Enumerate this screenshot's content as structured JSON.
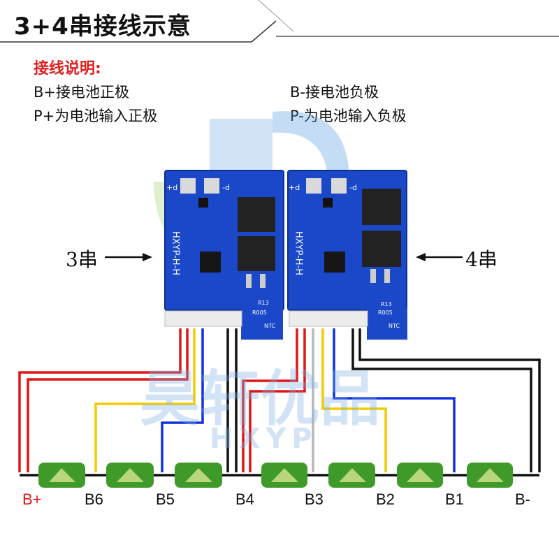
{
  "title": "3+4串接线示意",
  "notes": {
    "heading": "接线说明:",
    "items": [
      "B+接电池正极",
      "B-接电池负极",
      "P+为电池输入正极",
      "P-为电池输入负极"
    ]
  },
  "labels": {
    "left_board": "3串",
    "right_board": "4串"
  },
  "watermark": {
    "brand": "昊轩优品",
    "latin": "HXYP"
  },
  "board": {
    "pad_plus": "+d",
    "pad_minus": "-d",
    "brand_text": "HXYP-H-H",
    "res_label": "R005",
    "ntc_label": "NTC",
    "r13": "R13"
  },
  "terminals": [
    "B+",
    "B6",
    "B5",
    "B4",
    "B3",
    "B2",
    "B1",
    "B-"
  ],
  "colors": {
    "red": "#e01515",
    "yellow": "#f2cc00",
    "blue": "#1030e0",
    "black": "#111111",
    "gray": "#b8b8b8",
    "board": "#1a48c8",
    "battery": "#3f9a2a",
    "bplus": "#e01515"
  }
}
